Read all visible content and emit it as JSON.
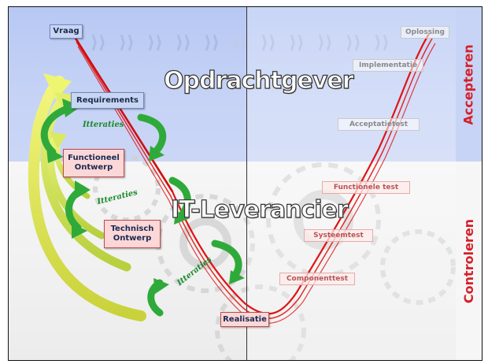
{
  "labels": {
    "vraag": "Vraag",
    "oplossing": "Oplossing",
    "opdrachtgever": "Opdrachtgever",
    "it_leverancier": "IT-Leverancier",
    "accepteren": "Accepteren",
    "controleren": "Controleren"
  },
  "left_boxes": {
    "requirements": "Requirements",
    "functioneel_ontwerp_line1": "Functioneel",
    "functioneel_ontwerp_line2": "Ontwerp",
    "technisch_ontwerp_line1": "Technisch",
    "technisch_ontwerp_line2": "Ontwerp",
    "realisatie": "Realisatie"
  },
  "right_boxes": {
    "implementatie": "Implementatie",
    "acceptatietest": "Acceptatietest",
    "functionele_test": "Functionele test",
    "systeemtest": "Systeemtest",
    "componenttest": "Componenttest"
  },
  "iterations": {
    "iter1": "Itteraties",
    "iter2": "Itteraties",
    "iter3": "Itteraties"
  },
  "colors": {
    "top_band": "#c6d3f6",
    "bottom_band": "#f1f1f1",
    "v_line": "#e01414",
    "side_text": "#d5202a",
    "iteration_arrow": "#2faa3a",
    "feedback_arrow": "#d9e84a"
  }
}
